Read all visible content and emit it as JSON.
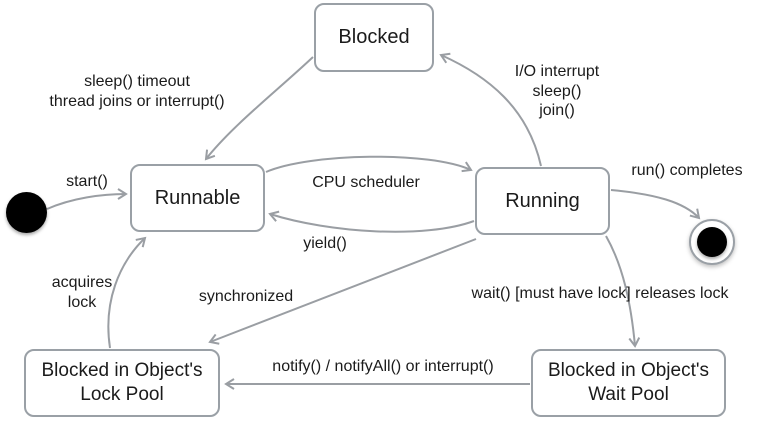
{
  "diagram": {
    "type": "state-diagram",
    "states": {
      "blocked": "Blocked",
      "runnable": "Runnable",
      "running": "Running",
      "lock_pool": [
        "Blocked in Object's",
        "Lock Pool"
      ],
      "wait_pool": [
        "Blocked in Object's",
        "Wait Pool"
      ]
    },
    "edge_labels": {
      "start": "start()",
      "sleep_timeout": [
        "sleep() timeout",
        "thread joins or interrupt()"
      ],
      "io_interrupt": [
        "I/O interrupt",
        "sleep()",
        "join()"
      ],
      "cpu_scheduler": "CPU scheduler",
      "yield": "yield()",
      "run_completes": "run() completes",
      "acquires_lock": [
        "acquires",
        "lock"
      ],
      "synchronized": "synchronized",
      "wait_releases_lock": "wait() [must have lock] releases lock",
      "notify": "notify() / notifyAll() or interrupt()"
    },
    "colors": {
      "arrow": "#9a9ea3",
      "box_border": "#9aa0a6",
      "text": "#1b1b1b",
      "terminal": "#000000",
      "background": "#ffffff"
    }
  }
}
